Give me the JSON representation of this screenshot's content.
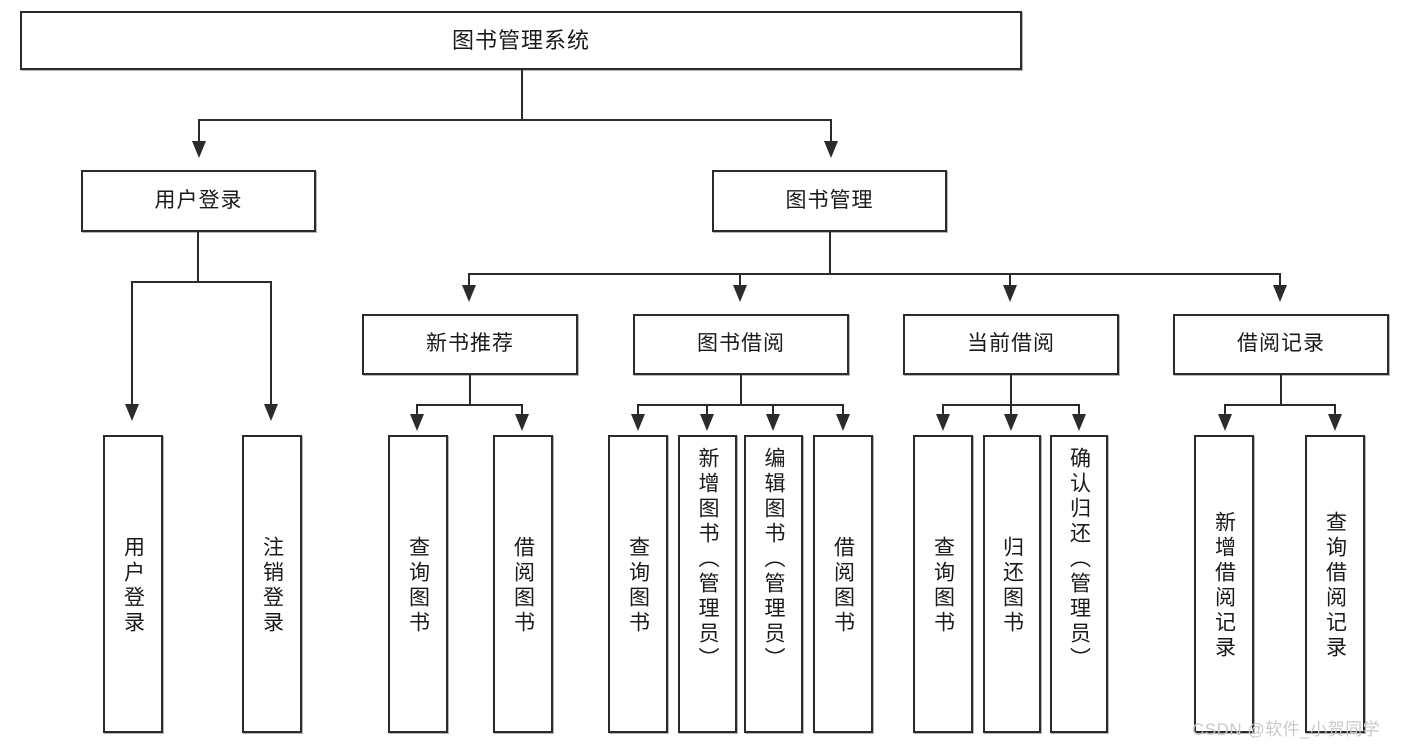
{
  "diagram": {
    "type": "tree",
    "title": "图书管理系统",
    "watermark": "CSDN @软件_小贺同学",
    "colors": {
      "stroke": "#2b2b2b",
      "fill": "#ffffff",
      "text": "#1a1a1a",
      "watermark": "#c9c9c9"
    },
    "nodes": {
      "root": {
        "label": "图书管理系统"
      },
      "level1": [
        {
          "id": "user-login",
          "label": "用户登录"
        },
        {
          "id": "book-manage",
          "label": "图书管理"
        }
      ],
      "level2": [
        {
          "id": "new-book-recommend",
          "label": "新书推荐"
        },
        {
          "id": "book-borrow",
          "label": "图书借阅"
        },
        {
          "id": "current-borrow",
          "label": "当前借阅"
        },
        {
          "id": "borrow-record",
          "label": "借阅记录"
        }
      ],
      "leaves": {
        "user-login": [
          {
            "id": "leaf-user-login",
            "label": "用户登录"
          },
          {
            "id": "leaf-logout-login",
            "label": "注销登录"
          }
        ],
        "new-book-recommend": [
          {
            "id": "leaf-query-book-1",
            "label": "查询图书"
          },
          {
            "id": "leaf-borrow-book-1",
            "label": "借阅图书"
          }
        ],
        "book-borrow": [
          {
            "id": "leaf-query-book-2",
            "label": "查询图书"
          },
          {
            "id": "leaf-add-book",
            "label": "新增图书（管理员）"
          },
          {
            "id": "leaf-edit-book",
            "label": "编辑图书（管理员）"
          },
          {
            "id": "leaf-borrow-book-2",
            "label": "借阅图书"
          }
        ],
        "current-borrow": [
          {
            "id": "leaf-query-book-3",
            "label": "查询图书"
          },
          {
            "id": "leaf-return-book",
            "label": "归还图书"
          },
          {
            "id": "leaf-confirm-return",
            "label": "确认归还（管理员）"
          }
        ],
        "borrow-record": [
          {
            "id": "leaf-add-record",
            "label": "新增借阅记录"
          },
          {
            "id": "leaf-query-record",
            "label": "查询借阅记录"
          }
        ]
      }
    }
  }
}
